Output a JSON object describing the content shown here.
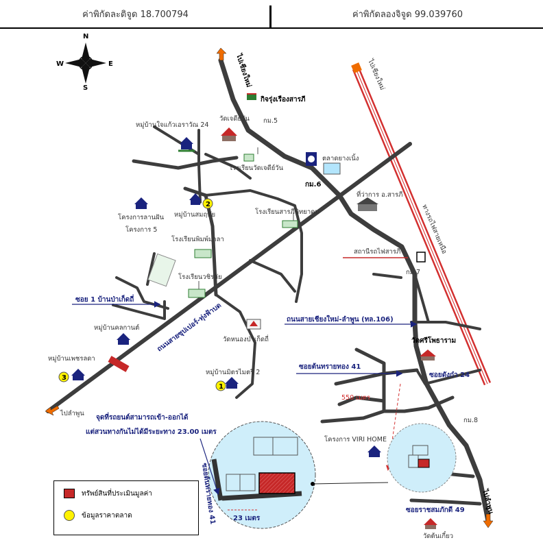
{
  "header": {
    "latitude_text": "ค่าพิกัดละติจูด 18.700794",
    "longitude_text": "ค่าพิกัดลองจิจูด 99.039760"
  },
  "compass": {
    "n": "N",
    "s": "S",
    "e": "E",
    "w": "W"
  },
  "labels": {
    "to_chiangmai_left": "ไปเชียงใหม่",
    "to_chiangmai_right": "ไปเชียงใหม่",
    "to_lamphun_left": "ไปลำพูน",
    "to_lamphun_right": "ไปลำพูน",
    "kij_rung_ruang": "กิจรุ่งเรืองสารภี",
    "km5": "กม.5",
    "km6": "กม.6",
    "km7": "กม.7",
    "km8": "กม.8",
    "wat_chedi_wan": "วัดเจดีย์วัน",
    "village_jai_kaew": "หมู่บ้านใจแก้วเอราวัณ 24",
    "school_wat_chedi_wan": "โรงเรียนวัดเจดีย์วัน",
    "market": "ตลาดยางเนิ้ง",
    "district_office": "ที่ว่าการ อ.สารภี",
    "railway": "ทางรถไฟสายเหนือ",
    "station": "สถานีรถไฟสารภี",
    "project_lan_fun": "โครงการลานฝัน",
    "project_lan_fun_2": "โครงการ 5",
    "village_somdet": "หมู่บ้านสมฤทัย",
    "school_phimpa": "โรงเรียนพิมพ์มาลา",
    "school_wachira": "โรงเรียนวชิรลัย",
    "school_sarapee": "โรงเรียนสารภีพิทยาคม",
    "soi1": "ซอย 1 บ้านป่าเก็ดถี่",
    "road_106": "ถนนสายเชียงใหม่-ลำพูน (ทล.106)",
    "road_super": "ถนนสายซุปเปอร์-ทุ่งฟ้าบด",
    "village_khon": "หมู่บ้านคลกานต์",
    "wat_rong": "วัดหนองป่าเก็ดถี่",
    "wat_si": "วัดศรีโพธาราม",
    "soi_ton_sai": "ซอยต้นทรายทอง 41",
    "soi_dong_ka": "ซอยดังก๋า 24",
    "village_phet": "หมู่บ้านเพชรลดา",
    "village_mit": "หมู่บ้านมิตรไมตรี 2",
    "dist_550": "550 เมตร",
    "point_note_1": "จุดที่รถยนต์สามารถเข้า-ออกได้",
    "point_note_2": "แต่สวนทางกันไม่ได้มีระยะทาง 23.00 เมตร",
    "project_viri": "โครงการ VIRI HOME",
    "soi_ton_sai_inset": "ซอยต้นทรายทอง 41",
    "dist_23": "23 เมตร",
    "soi_rat": "ซอยราชสมภักดี 49",
    "wat_ton_kiao": "วัดต้นเกี๋ยว",
    "num1": "1",
    "num2": "2",
    "num3": "3"
  },
  "legend": {
    "appraised": "ทรัพย์สินที่ประเมินมูลค่า",
    "market_data": "ข้อมูลราคาตลาด"
  },
  "colors": {
    "road": "#3d3d3d",
    "railway": "#d32f2f",
    "property": "#c62828",
    "market_marker": "#fff200",
    "inset": "#cfeefa",
    "arrow": "#e65100",
    "label_blue": "#1a237e"
  }
}
